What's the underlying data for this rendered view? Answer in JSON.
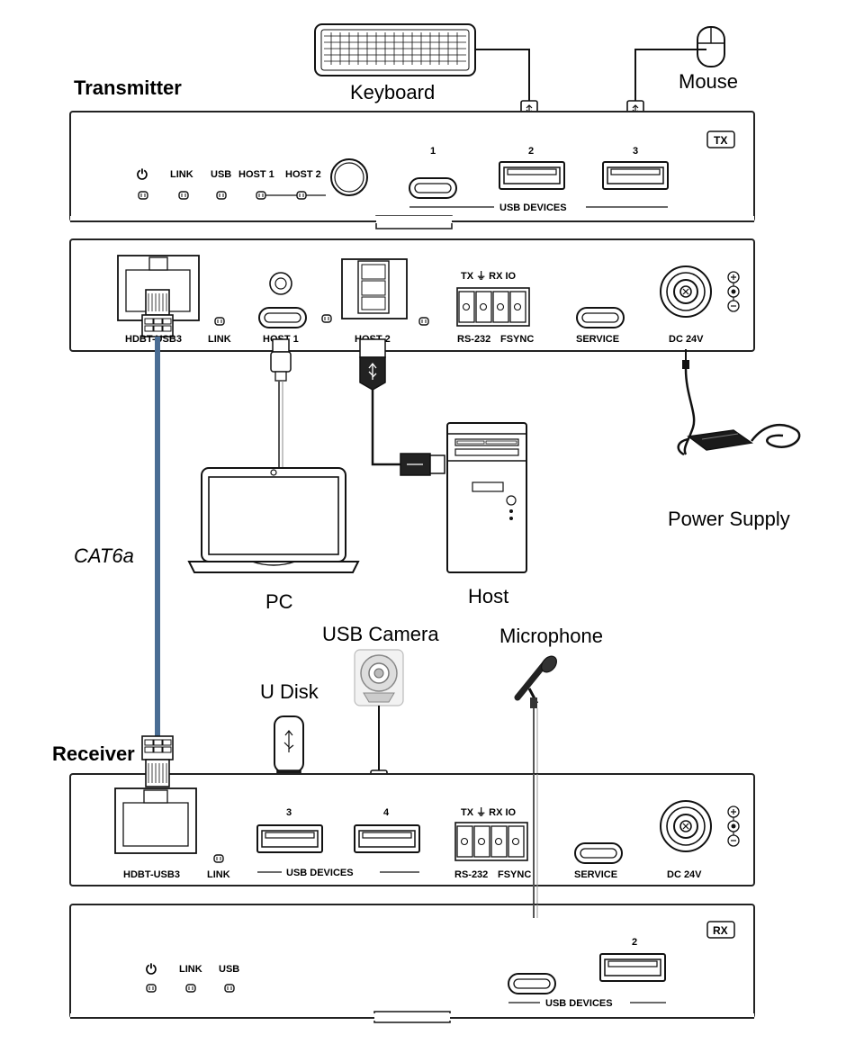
{
  "labels": {
    "transmitter": "Transmitter",
    "receiver": "Receiver",
    "keyboard": "Keyboard",
    "mouse": "Mouse",
    "pc": "PC",
    "host": "Host",
    "power_supply": "Power Supply",
    "cat6a": "CAT6a",
    "usb_camera": "USB Camera",
    "u_disk": "U Disk",
    "microphone": "Microphone"
  },
  "tx_front": {
    "badge": "TX",
    "power_symbol": "⏻",
    "led_link": "LINK",
    "led_usb": "USB",
    "led_host1": "HOST 1",
    "led_host2": "HOST 2",
    "port1": "1",
    "port2": "2",
    "port3": "3",
    "usb_devices": "USB DEVICES"
  },
  "tx_rear": {
    "hdbt": "HDBT-USB3",
    "link": "LINK",
    "host1": "HOST 1",
    "host2": "HOST 2",
    "terminal_top": "TX ⏚ RX IO",
    "rs232": "RS-232",
    "fsync": "FSYNC",
    "service": "SERVICE",
    "dc": "DC 24V"
  },
  "rx_rear": {
    "hdbt": "HDBT-USB3",
    "link": "LINK",
    "port3": "3",
    "port4": "4",
    "usb_devices": "USB DEVICES",
    "terminal_top": "TX ⏚ RX IO",
    "rs232": "RS-232",
    "fsync": "FSYNC",
    "service": "SERVICE",
    "dc": "DC 24V"
  },
  "rx_front": {
    "badge": "RX",
    "power_symbol": "⏻",
    "led_link": "LINK",
    "led_usb": "USB",
    "port2": "2",
    "usb_devices": "USB DEVICES"
  },
  "colors": {
    "cat6a_cable": "#4a6d94",
    "stroke": "#1a1a1a"
  }
}
